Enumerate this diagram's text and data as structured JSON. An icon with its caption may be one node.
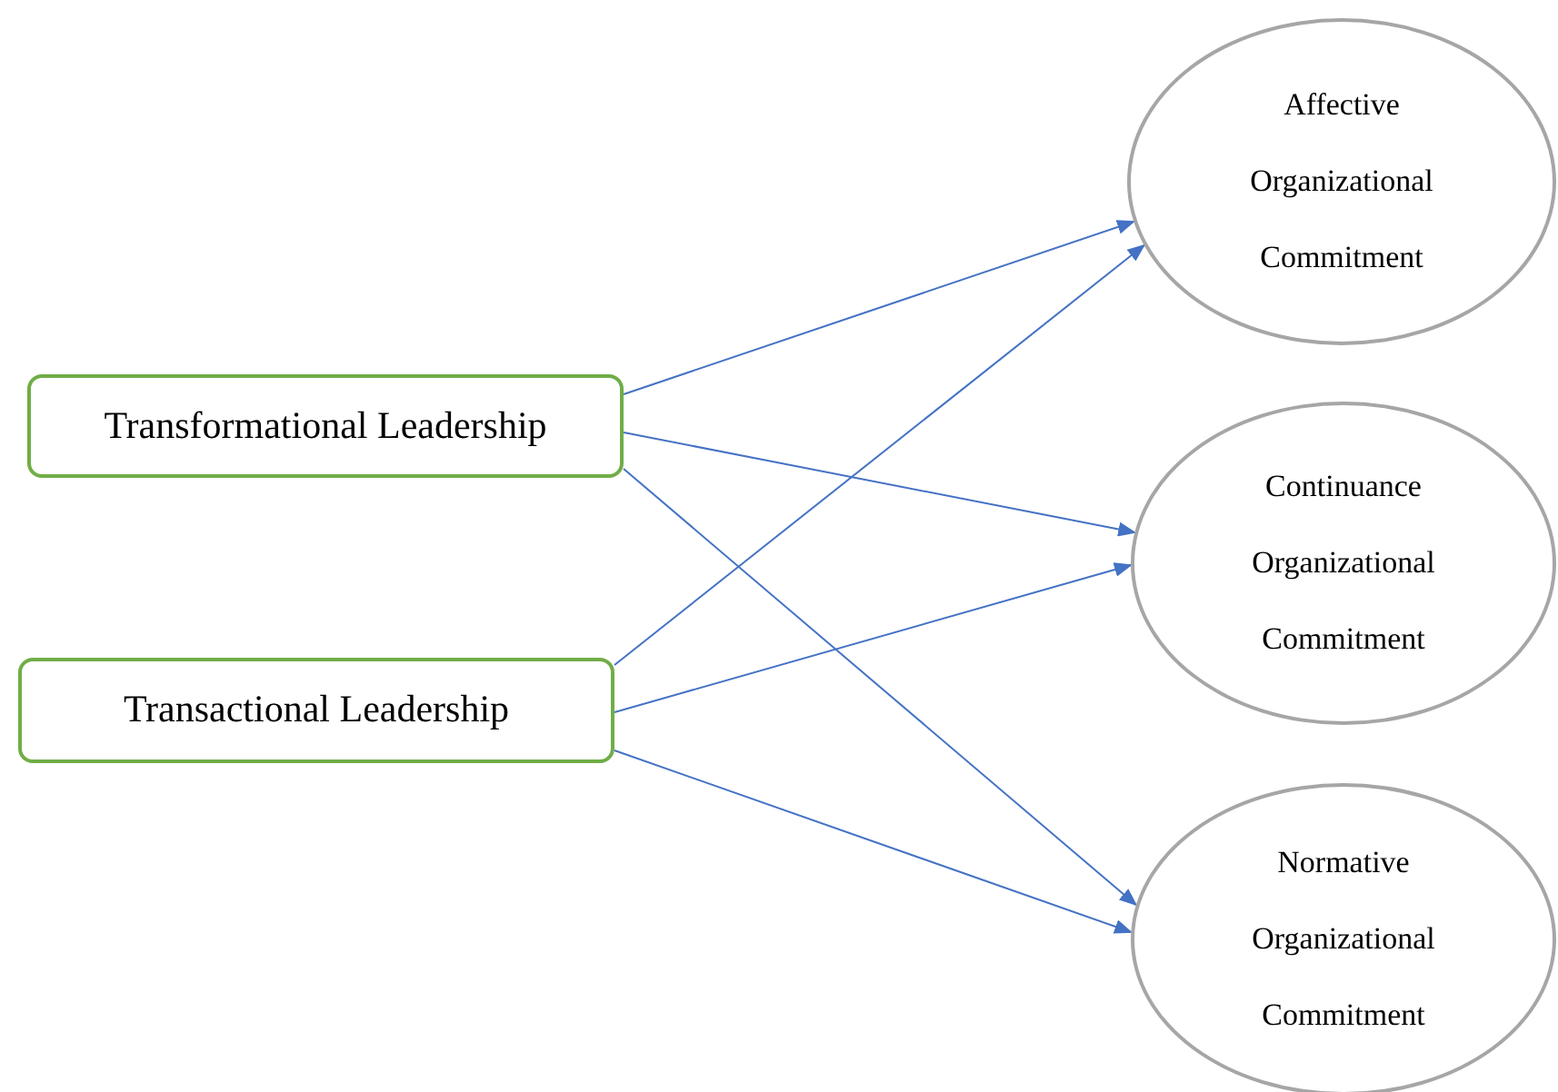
{
  "diagram": {
    "nodes": [
      {
        "text": [
          "Transformational Leadership"
        ]
      },
      {
        "text": [
          "Transactional Leadership"
        ]
      },
      {
        "text": [
          "Affective Organizational Commitment"
        ]
      },
      {
        "text": [
          "Continuance Organizational Commitment"
        ]
      },
      {
        "text": [
          "Normative Organizational Commitment"
        ]
      }
    ],
    "edges": [
      {
        "from": 0,
        "to": 2,
        "arrow": "to"
      },
      {
        "from": 0,
        "to": 3,
        "arrow": "to"
      },
      {
        "from": 0,
        "to": 4,
        "arrow": "to"
      },
      {
        "from": 1,
        "to": 2,
        "arrow": "to"
      },
      {
        "from": 1,
        "to": 3,
        "arrow": "to"
      },
      {
        "from": 1,
        "to": 4,
        "arrow": "to"
      }
    ]
  }
}
